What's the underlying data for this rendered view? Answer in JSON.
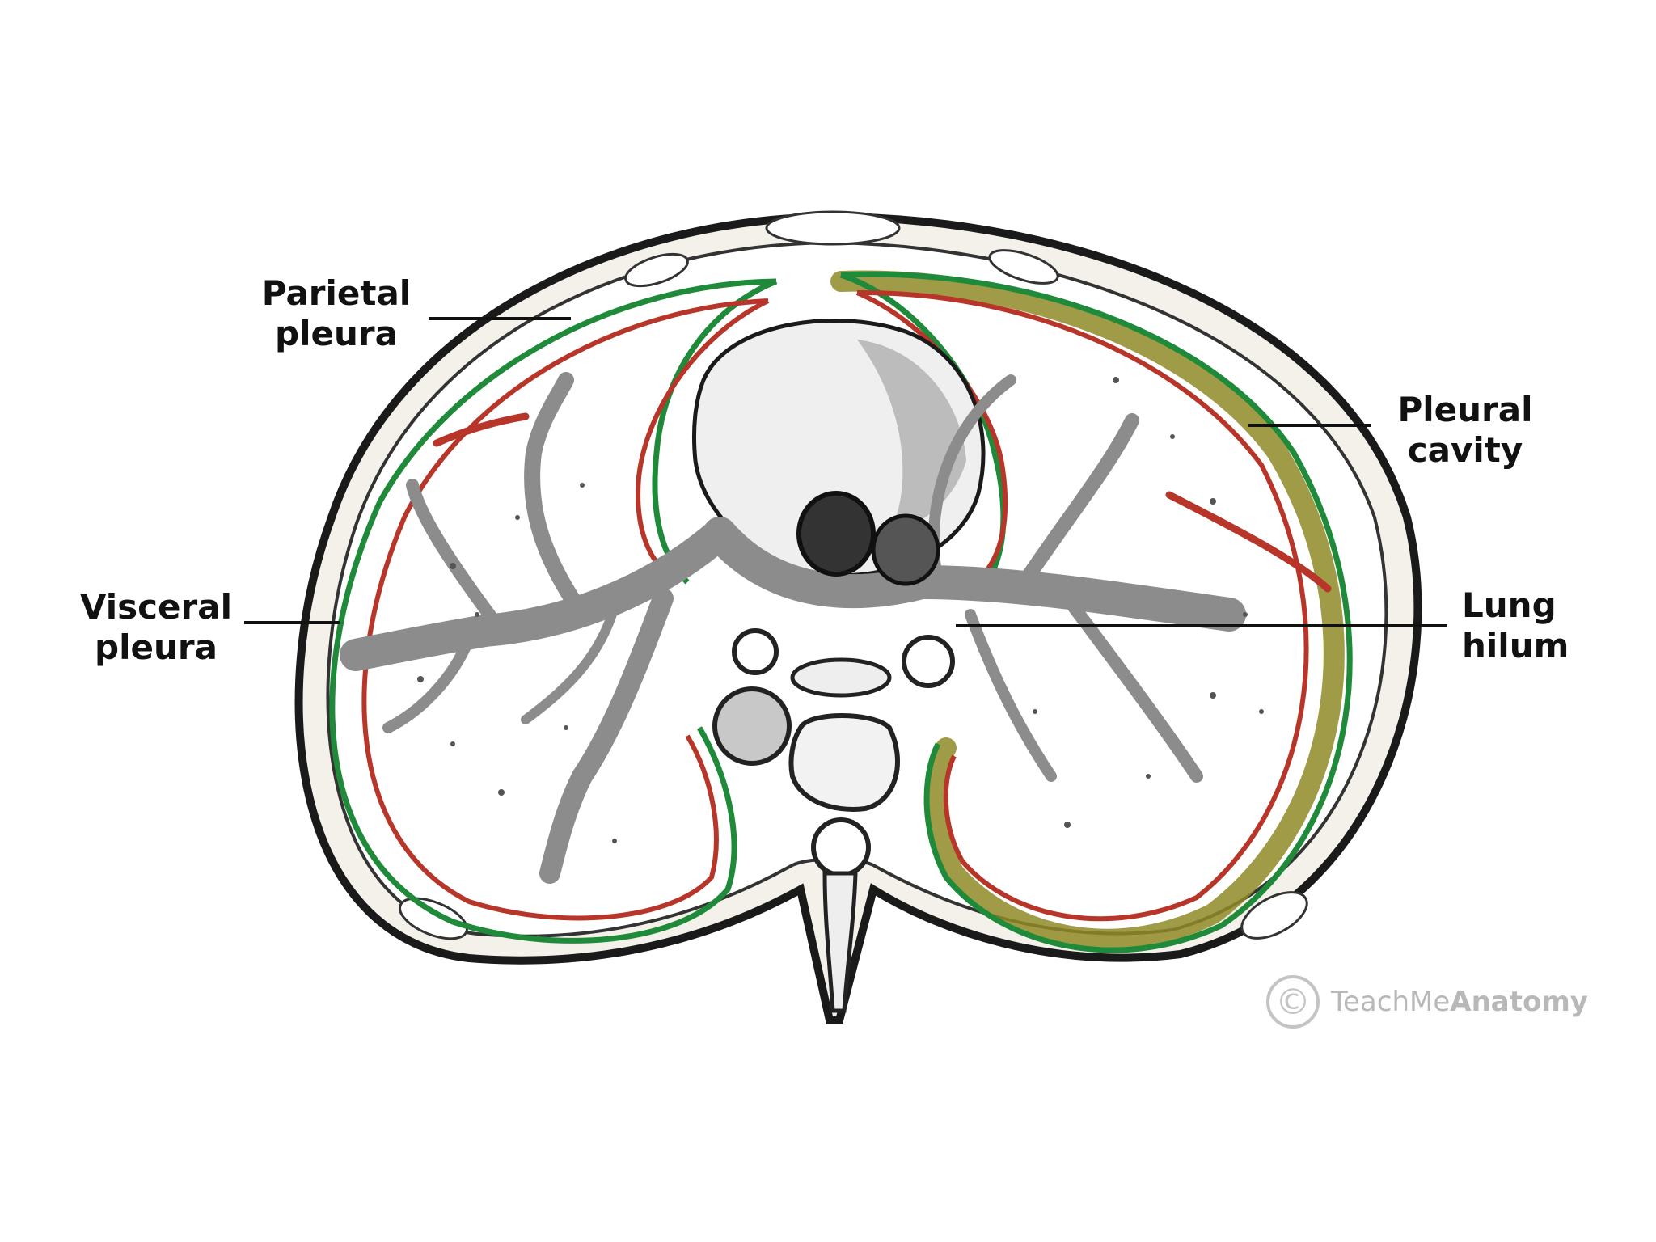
{
  "labels": {
    "parietal_pleura": [
      "Parietal",
      "pleura"
    ],
    "pleural_cavity": [
      "Pleural",
      "cavity"
    ],
    "visceral_pleura": [
      "Visceral",
      "pleura"
    ],
    "lung_hilum": [
      "Lung",
      "hilum"
    ]
  },
  "watermark": {
    "symbol": "©",
    "brand_light": "TeachMe",
    "brand_bold": "Anatomy"
  },
  "colors": {
    "parietal_pleura": "#1f8a3a",
    "visceral_pleura": "#b8352a",
    "pleural_cavity_fill": "#8f8a26",
    "airways": "#8c8c8c",
    "outline": "#1a1a1a"
  }
}
